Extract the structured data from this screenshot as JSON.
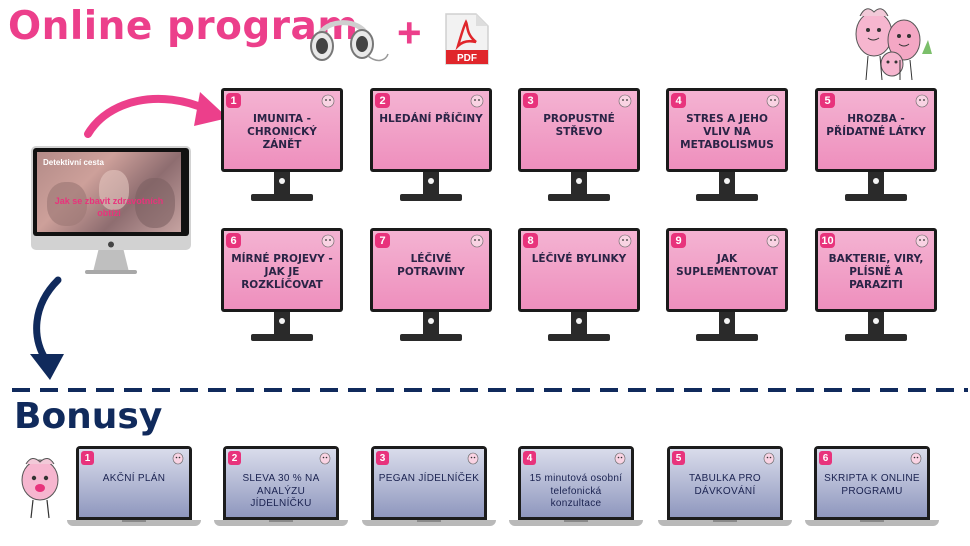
{
  "header": {
    "title": "Online program",
    "plus": "+",
    "pdf_label": "PDF"
  },
  "imac": {
    "top_text": "Detektivní cesta",
    "bottom_text": "Jak se zbavit zdravotních obtíží"
  },
  "modules": [
    {
      "num": "1",
      "label": "IMUNITA - CHRONICKÝ ZÁNĚT"
    },
    {
      "num": "2",
      "label": "HLEDÁNÍ PŘÍČINY"
    },
    {
      "num": "3",
      "label": "PROPUSTNÉ STŘEVO"
    },
    {
      "num": "4",
      "label": "STRES A JEHO VLIV NA METABOLISMUS"
    },
    {
      "num": "5",
      "label": "HROZBA - PŘÍDATNÉ LÁTKY"
    },
    {
      "num": "6",
      "label": "MÍRNÉ PROJEVY - JAK JE ROZKLÍČOVAT"
    },
    {
      "num": "7",
      "label": "LÉČIVÉ POTRAVINY"
    },
    {
      "num": "8",
      "label": "LÉČIVÉ BYLINKY"
    },
    {
      "num": "9",
      "label": "JAK SUPLEMENTOVAT"
    },
    {
      "num": "10",
      "label": "BAKTERIE, VIRY, PLÍSNĚ A PARAZITI"
    }
  ],
  "bonus": {
    "title": "Bonusy",
    "items": [
      {
        "num": "1",
        "label": "AKČNÍ PLÁN"
      },
      {
        "num": "2",
        "label": "SLEVA 30 % NA ANALÝZU JÍDELNÍČKU"
      },
      {
        "num": "3",
        "label": "PEGAN JÍDELNÍČEK"
      },
      {
        "num": "4",
        "label": "15 minutová osobní telefonická konzultace"
      },
      {
        "num": "5",
        "label": "TABULKA PRO DÁVKOVÁNÍ"
      },
      {
        "num": "6",
        "label": "SKRIPTA K ONLINE PROGRAMU"
      }
    ]
  },
  "colors": {
    "accent": "#ec3f8b",
    "navy": "#102a5c",
    "module_pink": "#f4b3d2",
    "bonus_blue": "#8f97be"
  },
  "icons": [
    "headphones-icon",
    "pdf-icon",
    "mascot-family-icon",
    "mascot-icon",
    "arrow-right-icon",
    "arrow-down-icon"
  ]
}
